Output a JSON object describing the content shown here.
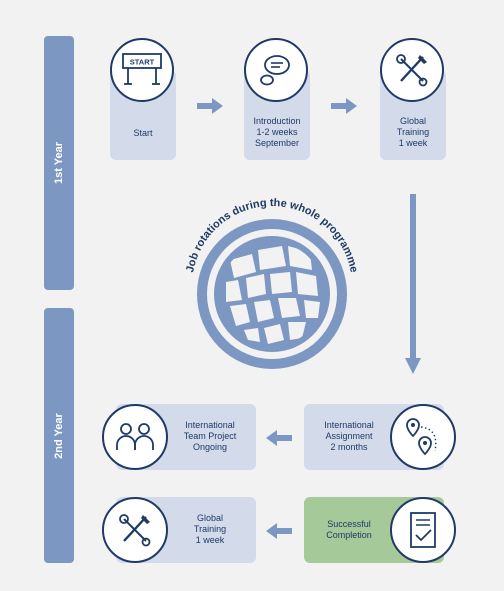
{
  "years": [
    "1st Year",
    "2nd Year"
  ],
  "steps": [
    {
      "id": "start",
      "label_lines": [
        "Start"
      ],
      "sign_text": "START",
      "icon": "start-sign-icon"
    },
    {
      "id": "intro",
      "label_lines": [
        "Introduction",
        "1-2 weeks",
        "September"
      ],
      "icon": "speech-bubble-icon"
    },
    {
      "id": "training1",
      "label_lines": [
        "Global",
        "Training",
        "1 week"
      ],
      "icon": "tools-icon"
    },
    {
      "id": "assignment",
      "label_lines": [
        "International",
        "Assignment",
        "2 months"
      ],
      "icon": "location-pins-icon"
    },
    {
      "id": "team",
      "label_lines": [
        "International",
        "Team Project",
        "Ongoing"
      ],
      "icon": "people-icon"
    },
    {
      "id": "completion",
      "label_lines": [
        "Successful",
        "Completion"
      ],
      "icon": "checklist-icon"
    },
    {
      "id": "training2",
      "label_lines": [
        "Global",
        "Training",
        "1 week"
      ],
      "icon": "tools-icon"
    }
  ],
  "center": {
    "arc_text": "Job rotations during the whole programme",
    "icon": "globe-icon"
  },
  "colors": {
    "dark": "#1f3a66",
    "card": "#d3daea",
    "bar": "#7d97c3",
    "green": "#a5c998",
    "globe": "#7d97c3"
  }
}
